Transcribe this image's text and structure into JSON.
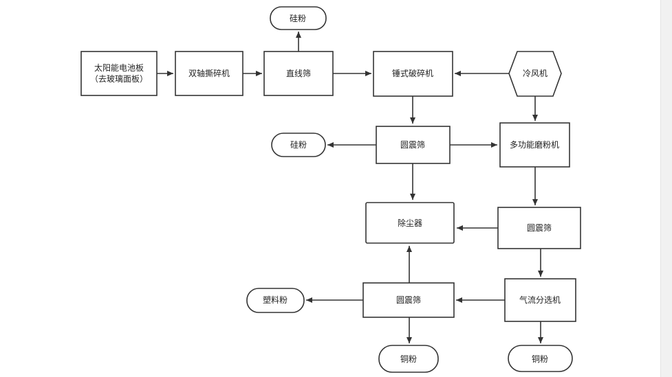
{
  "nodes": {
    "solar_panel": {
      "lines": [
        "太阳能电池板",
        "（去玻璃面板）"
      ]
    },
    "shredder": {
      "lines": [
        "双轴撕碎机"
      ]
    },
    "linear_screen": {
      "lines": [
        "直线筛"
      ]
    },
    "silicon_top": {
      "lines": [
        "硅粉"
      ]
    },
    "hammer_crusher": {
      "lines": [
        "锤式破碎机"
      ]
    },
    "cold_air": {
      "lines": [
        "冷风机"
      ]
    },
    "silicon_mid": {
      "lines": [
        "硅粉"
      ]
    },
    "vib_screen_1": {
      "lines": [
        "圆震筛"
      ]
    },
    "mill": {
      "lines": [
        "多功能磨粉机"
      ]
    },
    "dust_collector": {
      "lines": [
        "除尘器"
      ]
    },
    "vib_screen_2": {
      "lines": [
        "圆震筛"
      ]
    },
    "plastic_powder": {
      "lines": [
        "塑料粉"
      ]
    },
    "vib_screen_3": {
      "lines": [
        "圆震筛"
      ]
    },
    "air_classifier": {
      "lines": [
        "气流分选机"
      ]
    },
    "copper_left": {
      "lines": [
        "铜粉"
      ]
    },
    "copper_right": {
      "lines": [
        "铜粉"
      ]
    }
  },
  "edges": [
    {
      "from": "solar_panel",
      "to": "shredder"
    },
    {
      "from": "shredder",
      "to": "linear_screen"
    },
    {
      "from": "linear_screen",
      "to": "silicon_top"
    },
    {
      "from": "linear_screen",
      "to": "hammer_crusher"
    },
    {
      "from": "cold_air",
      "to": "hammer_crusher"
    },
    {
      "from": "cold_air",
      "to": "mill"
    },
    {
      "from": "hammer_crusher",
      "to": "vib_screen_1"
    },
    {
      "from": "vib_screen_1",
      "to": "silicon_mid"
    },
    {
      "from": "vib_screen_1",
      "to": "mill"
    },
    {
      "from": "vib_screen_1",
      "to": "dust_collector"
    },
    {
      "from": "mill",
      "to": "vib_screen_2"
    },
    {
      "from": "vib_screen_2",
      "to": "dust_collector"
    },
    {
      "from": "vib_screen_2",
      "to": "air_classifier"
    },
    {
      "from": "air_classifier",
      "to": "vib_screen_3"
    },
    {
      "from": "air_classifier",
      "to": "copper_right"
    },
    {
      "from": "vib_screen_3",
      "to": "dust_collector"
    },
    {
      "from": "vib_screen_3",
      "to": "plastic_powder"
    },
    {
      "from": "vib_screen_3",
      "to": "copper_left"
    }
  ]
}
